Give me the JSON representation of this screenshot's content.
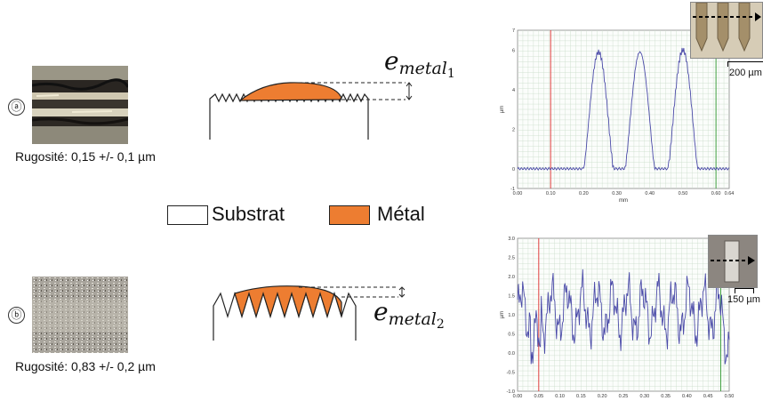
{
  "panels": [
    {
      "marker": "ⓐ",
      "rugosity_text": "Rugosité: 0,15 +/- 0,1 µm",
      "thickness_label": {
        "base": "e",
        "sub": "metal",
        "index": "1"
      },
      "profile": {
        "y_axis_label": "µm",
        "x_axis_label": "mm",
        "x_ticks": [
          "0.00",
          "0.10",
          "0.20",
          "0.30",
          "0.40",
          "0.50",
          "0.60",
          "0.64"
        ],
        "y_ticks": [
          "7",
          "6",
          "4",
          "2",
          "0",
          "-1"
        ],
        "xlim": [
          0,
          0.64
        ],
        "ylim": [
          -1,
          7
        ],
        "scale_bar": "200 µm"
      }
    },
    {
      "marker": "ⓑ",
      "rugosity_text": "Rugosité: 0,83 +/- 0,2 µm",
      "thickness_label": {
        "base": "e",
        "sub": "metal",
        "index": "2"
      },
      "profile": {
        "y_axis_label": "µm",
        "x_axis_label": "",
        "x_ticks": [
          "0.00",
          "0.05",
          "0.10",
          "0.15",
          "0.20",
          "0.25",
          "0.30",
          "0.35",
          "0.40",
          "0.45",
          "0.50"
        ],
        "y_ticks": [
          "3.0",
          "2.5",
          "2.0",
          "1.5",
          "1.0",
          "0.5",
          "0.0",
          "-0.5",
          "-1.0"
        ],
        "xlim": [
          0,
          0.5
        ],
        "ylim": [
          -1,
          3
        ],
        "scale_bar": "150 µm"
      }
    }
  ],
  "legend": [
    {
      "label": "Substrat",
      "color": "#ffffff"
    },
    {
      "label": "Métal",
      "color": "#ed7d31"
    }
  ],
  "colors": {
    "metal": "#ed7d31",
    "profile_line": "#4a4aa8",
    "grid": "#c9dcc9"
  }
}
